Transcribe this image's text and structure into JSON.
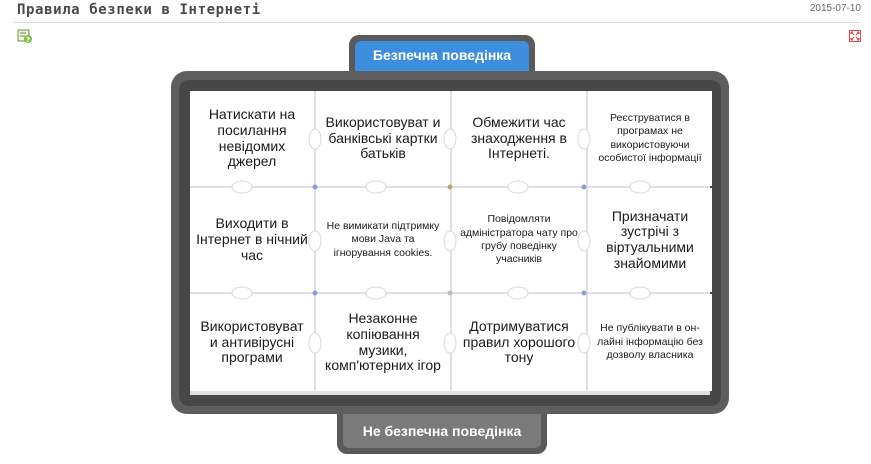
{
  "header": {
    "title": "Правила безпеки в Інтернеті",
    "date": "2015-07-10"
  },
  "icons": {
    "help": "help-check-icon",
    "fullscreen": "fullscreen-icon"
  },
  "categories": {
    "safe": "Безпечна поведінка",
    "unsafe": "Не безпечна поведінка"
  },
  "cards": [
    "Натискати на посилання невідомих джерел",
    "Використовуват и банківські картки батьків",
    "Обмежити час знаходження в Інтернеті.",
    "Реєструватися в програмах не використовуючи особистої інформації",
    "Виходити в Інтернет в нічний час",
    "Не вимикати підтримку мови Java та ігнорування cookies.",
    "Повідомляти адміністратора чату про грубу поведінку учасників",
    "Призначати зустрічі з віртуальними знайомими",
    "Використовуват и антивірусні програми",
    "Незаконне копіювання музики, комп'ютерних ігор",
    "Дотримуватися правил хорошого тону",
    "Не публікувати в он-лайні інформацію без дозволу власника"
  ],
  "colors": {
    "accent": "#3e8ee0",
    "frame": "#5e5e5e",
    "tab_inactive": "#7a7a7a"
  }
}
